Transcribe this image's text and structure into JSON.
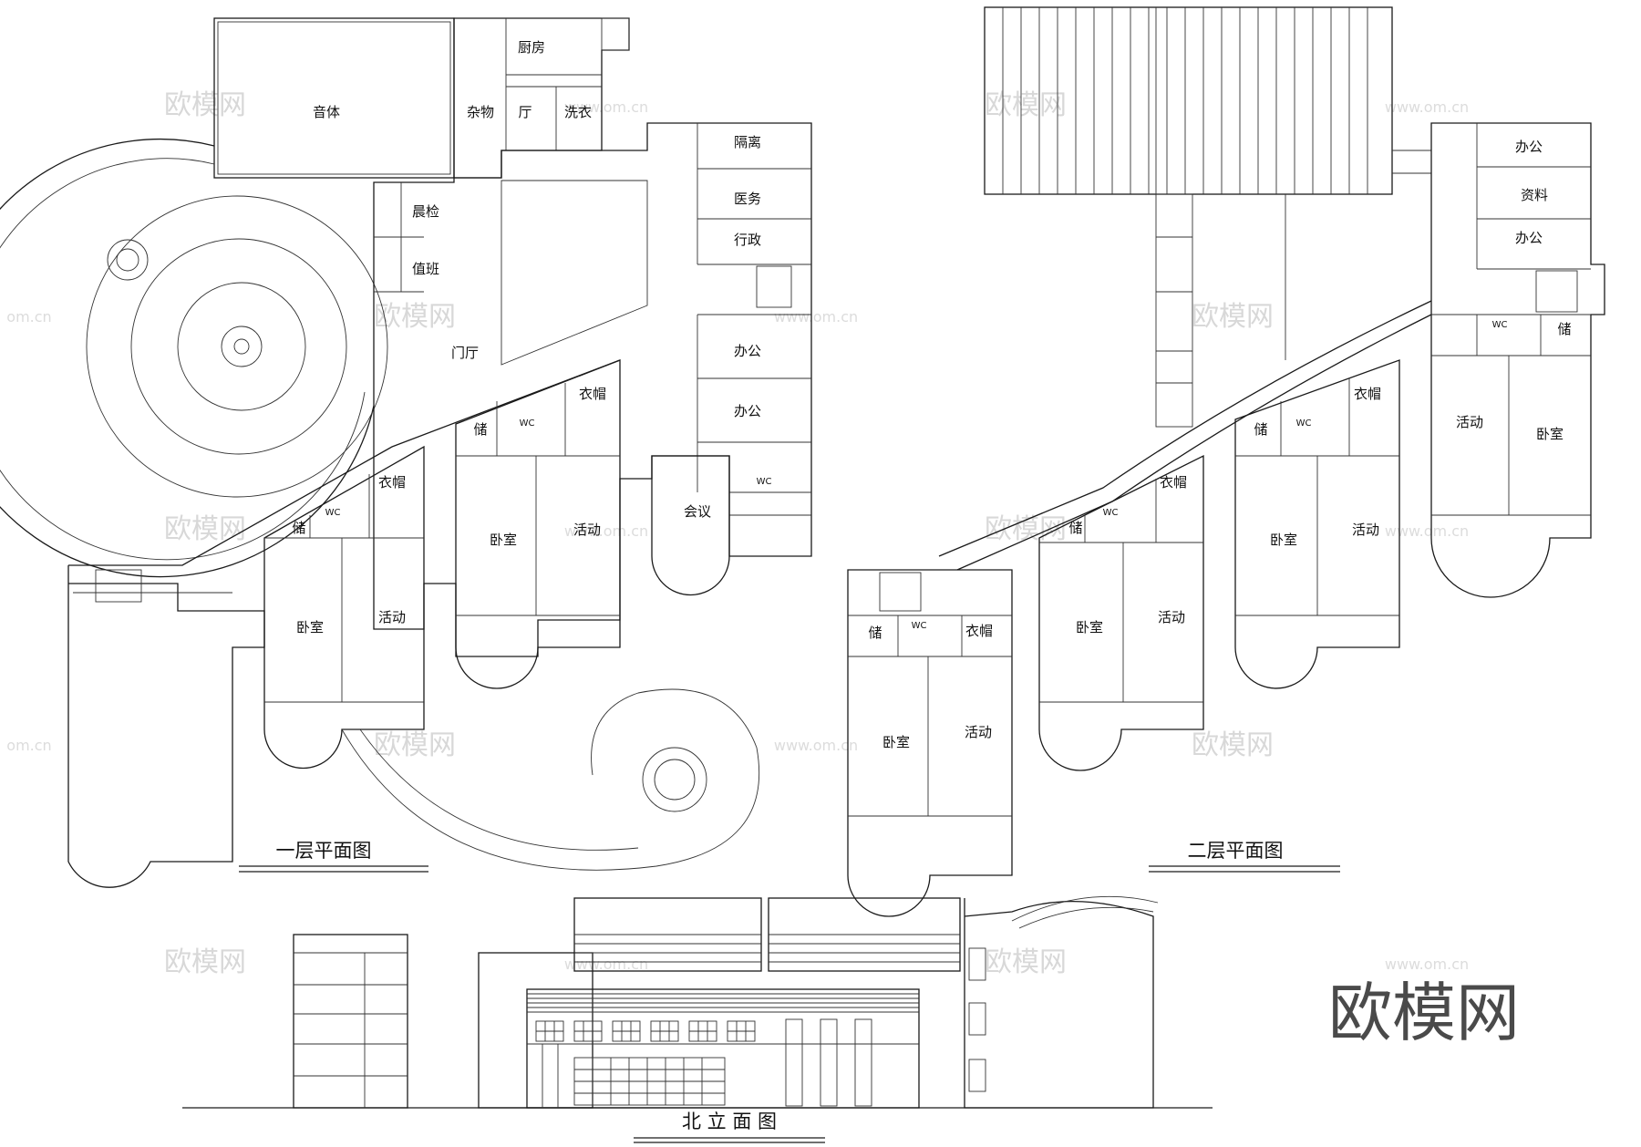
{
  "titles": {
    "floor1": "一层平面图",
    "floor2": "二层平面图",
    "elevation": "北 立 面 图"
  },
  "floor1_rooms": {
    "music": "音体",
    "storage": "杂物",
    "kitchen": "厨房",
    "hall_small": "厅",
    "laundry": "洗衣",
    "isolation": "隔离",
    "medical": "医务",
    "admin": "行政",
    "morning_check": "晨检",
    "duty": "值班",
    "lobby": "门厅",
    "office_1": "办公",
    "office_2": "办公",
    "meeting": "会议",
    "wc_east": "WC",
    "wardrobe_a": "衣帽",
    "storage_a": "储",
    "wc_a": "WC",
    "bedroom_a": "卧室",
    "activity_a": "活动",
    "wardrobe_b": "衣帽",
    "storage_b": "储",
    "wc_b": "WC",
    "bedroom_b": "卧室",
    "activity_b": "活动"
  },
  "floor2_rooms": {
    "office_1": "办公",
    "archive": "资料",
    "office_2": "办公",
    "wc_ne": "WC",
    "storage_ne": "储",
    "activity_ne": "活动",
    "bedroom_ne": "卧室",
    "storage_c": "储",
    "wc_c": "WC",
    "wardrobe_c": "衣帽",
    "bedroom_c": "卧室",
    "activity_c": "活动",
    "storage_b": "储",
    "wc_b": "WC",
    "wardrobe_b": "衣帽",
    "bedroom_b": "卧室",
    "activity_b": "活动",
    "storage_a": "储",
    "wc_a": "WC",
    "wardrobe_a": "衣帽",
    "bedroom_a": "卧室",
    "activity_a": "活动"
  },
  "watermark": {
    "logo_text": "欧模网",
    "url_text": "www.om.cn",
    "url_fragment": "om.cn",
    "brand": "欧模网"
  },
  "colors": {
    "line": "#1a1a1a",
    "watermark": "#d8d8d8",
    "brand": "#4a4a4a"
  }
}
